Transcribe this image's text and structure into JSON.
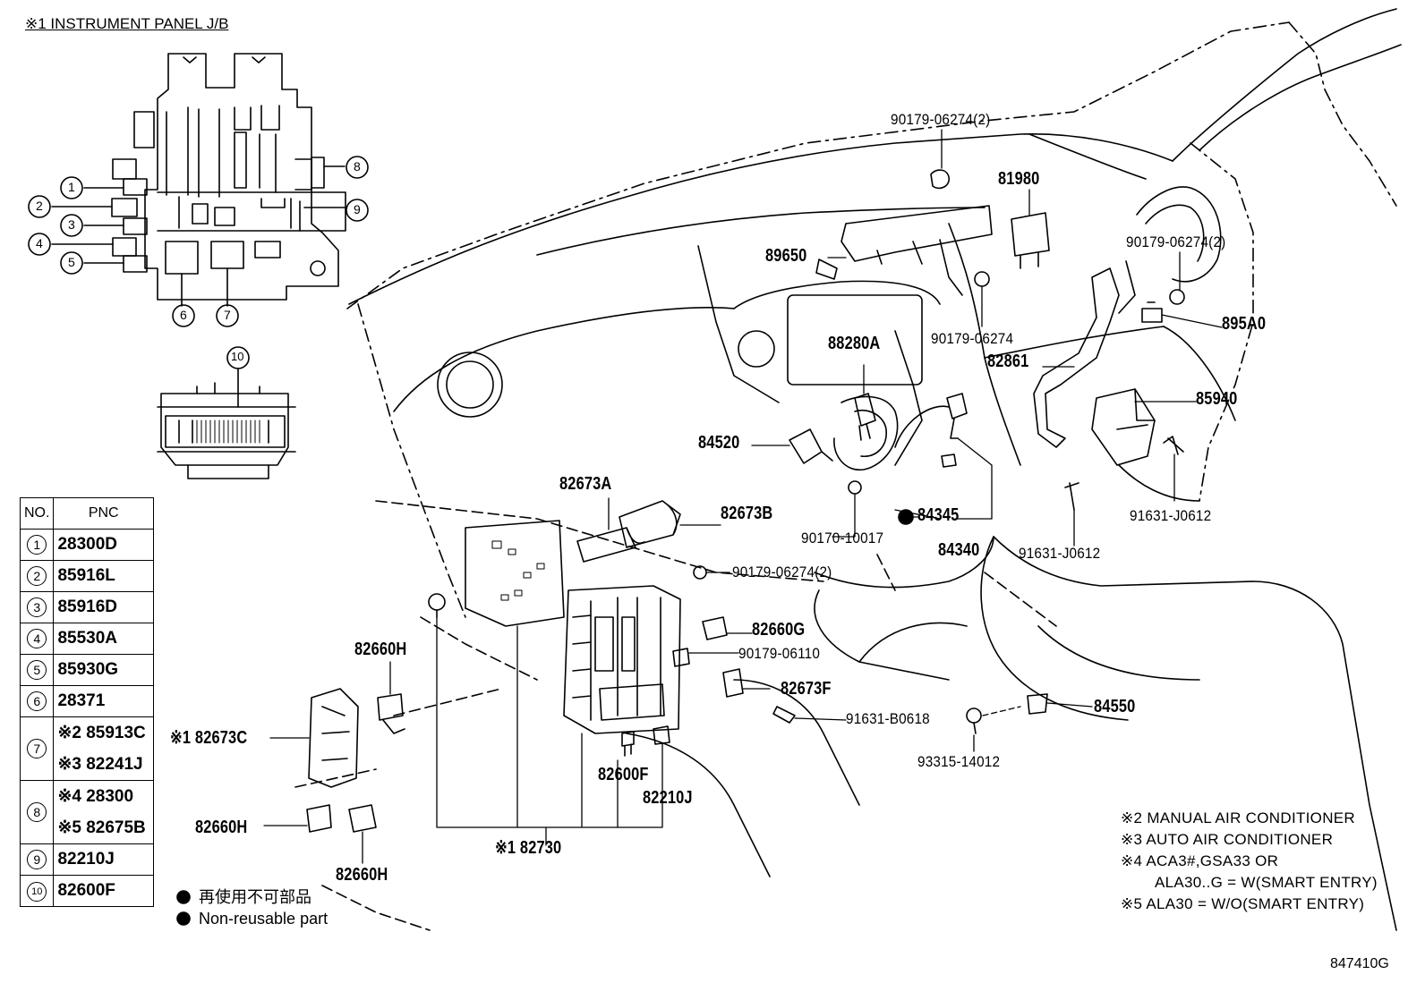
{
  "title": "※1 INSTRUMENT PANEL J/B",
  "callout_numbers": [
    "1",
    "2",
    "3",
    "4",
    "5",
    "6",
    "7",
    "8",
    "9",
    "10"
  ],
  "table": {
    "headers": [
      "NO.",
      "PNC"
    ],
    "rows": [
      {
        "no": "1",
        "pnc": [
          "28300D"
        ]
      },
      {
        "no": "2",
        "pnc": [
          "85916L"
        ]
      },
      {
        "no": "3",
        "pnc": [
          "85916D"
        ]
      },
      {
        "no": "4",
        "pnc": [
          "85530A"
        ]
      },
      {
        "no": "5",
        "pnc": [
          "85930G"
        ]
      },
      {
        "no": "6",
        "pnc": [
          "28371"
        ]
      },
      {
        "no": "7",
        "pnc": [
          "※2 85913C",
          "※3 82241J"
        ]
      },
      {
        "no": "8",
        "pnc": [
          "※4 28300",
          "※5 82675B"
        ]
      },
      {
        "no": "9",
        "pnc": [
          "82210J"
        ]
      },
      {
        "no": "10",
        "pnc": [
          "82600F"
        ]
      }
    ]
  },
  "part_labels": {
    "p90179_top": "90179-06274(2)",
    "p81980": "81980",
    "p89650": "89650",
    "p90179_right": "90179-06274(2)",
    "p895A0": "895A0",
    "p90179_mid": "90179-06274",
    "p88280A": "88280A",
    "p82861": "82861",
    "p85940": "85940",
    "p84520": "84520",
    "p82673A": "82673A",
    "p82673B": "82673B",
    "p84345": "84345",
    "p90170": "90170-10017",
    "p84340": "84340",
    "p91631_j_left": "91631-J0612",
    "p91631_j_right": "91631-J0612",
    "p90179_low": "90179-06274(2)",
    "p82660G": "82660G",
    "p82660H_top": "82660H",
    "p90179_06110": "90179-06110",
    "p82673F": "82673F",
    "p91631_b": "91631-B0618",
    "p84550": "84550",
    "p82673C": "※1 82673C",
    "p93315": "93315-14012",
    "p82600F": "82600F",
    "p82210J": "82210J",
    "p82660H_left": "82660H",
    "p82660H_bottom": "82660H",
    "p82730": "※1 82730"
  },
  "notes": [
    "※2 MANUAL AIR CONDITIONER",
    "※3 AUTO AIR CONDITIONER",
    "※4 ACA3#,GSA33 OR",
    "ALA30..G = W(SMART ENTRY)",
    "※5 ALA30 = W/O(SMART ENTRY)"
  ],
  "legend": {
    "jp": "再使用不可部品",
    "en": "Non-reusable part"
  },
  "figure_code": "847410G"
}
